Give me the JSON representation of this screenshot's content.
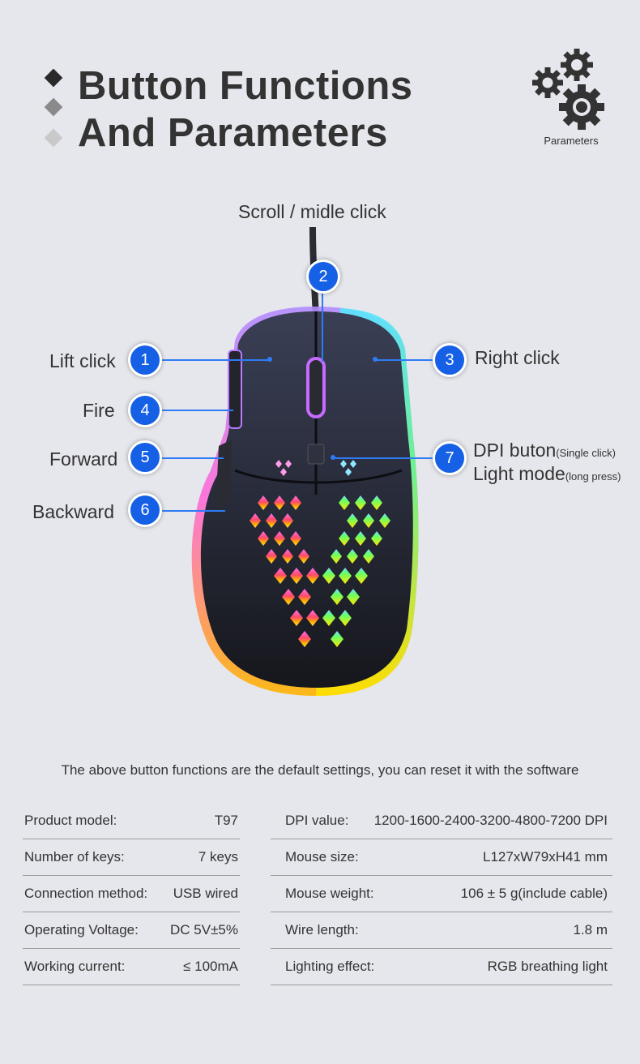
{
  "header": {
    "title_line1": "Button Functions",
    "title_line2": "And Parameters",
    "gear_label": "Parameters"
  },
  "callouts": {
    "scroll": "Scroll / midle click",
    "left_click": "Lift click",
    "fire": "Fire",
    "forward": "Forward",
    "backward": "Backward",
    "right_click": "Right click",
    "dpi_main": "DPI buton",
    "dpi_small": "(Single click)",
    "light_main": "Light mode",
    "light_small": "(long press)",
    "num1": "1",
    "num2": "2",
    "num3": "3",
    "num4": "4",
    "num5": "5",
    "num6": "6",
    "num7": "7"
  },
  "note": "The above button functions are the default settings, you can reset it with the software",
  "specs_left": [
    {
      "label": "Product model:",
      "value": "T97"
    },
    {
      "label": "Number of keys:",
      "value": "7 keys"
    },
    {
      "label": "Connection method:",
      "value": "USB wired"
    },
    {
      "label": "Operating Voltage:",
      "value": "DC 5V±5%"
    },
    {
      "label": "Working current:",
      "value": "≤ 100mA"
    }
  ],
  "specs_right": [
    {
      "label": "DPI value:",
      "value": "1200-1600-2400-3200-4800-7200 DPI"
    },
    {
      "label": "Mouse size:",
      "value": "L127xW79xH41 mm"
    },
    {
      "label": "Mouse weight:",
      "value": "106 ± 5 g(include cable)"
    },
    {
      "label": "Wire length:",
      "value": "1.8 m"
    },
    {
      "label": "Lighting effect:",
      "value": "RGB breathing light"
    }
  ],
  "colors": {
    "accent": "#1660e6",
    "background": "#e6e7ec",
    "text": "#333333"
  },
  "icons": [
    "diamond-bullet-icon",
    "gears-icon"
  ]
}
